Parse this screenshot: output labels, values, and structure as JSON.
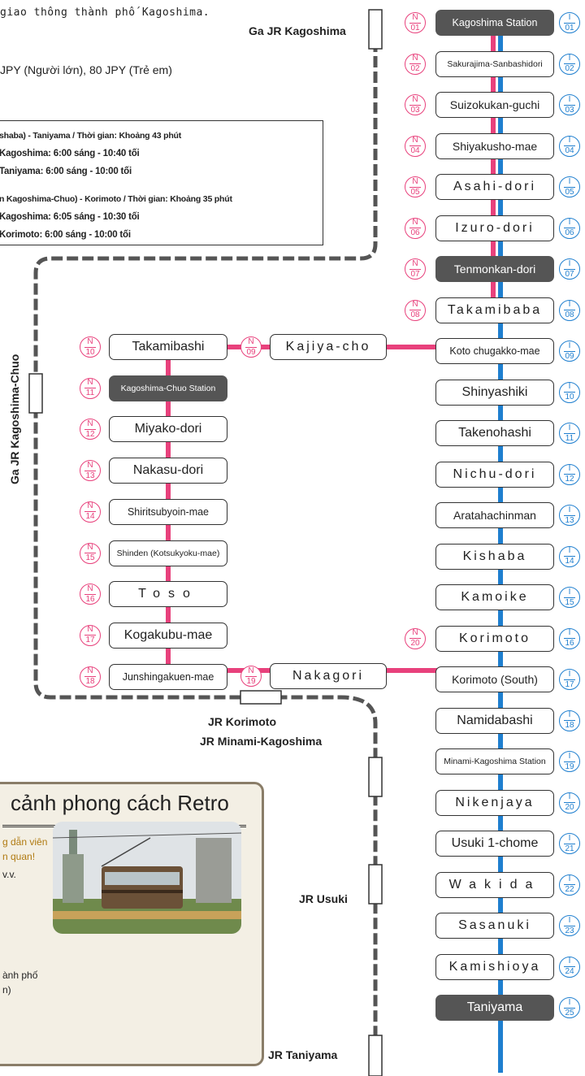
{
  "colors": {
    "pink": "#e8417c",
    "blue": "#1f7fcf",
    "dark_station": "#555555",
    "jr_line": "#555555"
  },
  "intro": {
    "line1": "giao thông thành phố Kagoshima.",
    "line2": "JPY (Người lớn), 80 JPY (Trẻ em)"
  },
  "info": {
    "route1_header": "shaba) - Taniyama / Thời gian: Khoảng 43 phút",
    "route1_from": "Kagoshima: 6:00 sáng - 10:40 tối",
    "route1_to": "Taniyama: 6:00 sáng - 10:00 tối",
    "route2_header": "n Kagoshima-Chuo) - Korimoto / Thời gian: Khoảng 35 phút",
    "route2_from": "Kagoshima: 6:05 sáng - 10:30 tối",
    "route2_to": "Korimoto: 6:00 sáng - 10:00 tối"
  },
  "jr_labels": {
    "kagoshima": "Ga JR Kagoshima",
    "kagoshima_chuo": "Ga JR Kagoshima-Chuo",
    "korimoto": "JR Korimoto",
    "minami_kagoshima": "JR Minami-Kagoshima",
    "usuki": "JR Usuki",
    "taniyama": "JR Taniyama"
  },
  "right_stations": [
    {
      "name": "Kagoshima Station",
      "dark": true,
      "n": "01",
      "b": "01"
    },
    {
      "name": "Sakurajima-Sanbashidori",
      "n": "02",
      "b": "02"
    },
    {
      "name": "Suizokukan-guchi",
      "n": "03",
      "b": "03"
    },
    {
      "name": "Shiyakusho-mae",
      "n": "04",
      "b": "04"
    },
    {
      "name": "Asahi-dori",
      "n": "05",
      "b": "05"
    },
    {
      "name": "Izuro-dori",
      "n": "06",
      "b": "06"
    },
    {
      "name": "Tenmonkan-dori",
      "dark": true,
      "n": "07",
      "b": "07"
    },
    {
      "name": "Takamibaba",
      "n": "08",
      "b": "08"
    },
    {
      "name": "Koto chugakko-mae",
      "b": "09"
    },
    {
      "name": "Shinyashiki",
      "b": "10"
    },
    {
      "name": "Takenohashi",
      "b": "11"
    },
    {
      "name": "Nichu-dori",
      "b": "12"
    },
    {
      "name": "Aratahachinman",
      "b": "13"
    },
    {
      "name": "Kishaba",
      "b": "14"
    },
    {
      "name": "Kamoike",
      "b": "15"
    },
    {
      "name": "Korimoto",
      "n": "20",
      "b": "16"
    },
    {
      "name": "Korimoto (South)",
      "b": "17"
    },
    {
      "name": "Namidabashi",
      "b": "18"
    },
    {
      "name": "Minami-Kagoshima Station",
      "b": "19"
    },
    {
      "name": "Nikenjaya",
      "b": "20"
    },
    {
      "name": "Usuki 1-chome",
      "b": "21"
    },
    {
      "name": "Wakida",
      "b": "22"
    },
    {
      "name": "Sasanuki",
      "b": "23"
    },
    {
      "name": "Kamishioya",
      "b": "24"
    },
    {
      "name": "Taniyama",
      "dark": true,
      "b": "25"
    }
  ],
  "left_stations": [
    {
      "name": "Takamibashi",
      "n": "10"
    },
    {
      "name": "Kagoshima-Chuo Station",
      "n": "11",
      "dark": true
    },
    {
      "name": "Miyako-dori",
      "n": "12"
    },
    {
      "name": "Nakasu-dori",
      "n": "13"
    },
    {
      "name": "Shiritsubyoin-mae",
      "n": "14"
    },
    {
      "name": "Shinden (Kotsukyoku-mae)",
      "n": "15"
    },
    {
      "name": "Toso",
      "n": "16"
    },
    {
      "name": "Kogakubu-mae",
      "n": "17"
    },
    {
      "name": "Junshingakuen-mae",
      "n": "18"
    }
  ],
  "mid_stations": [
    {
      "name": "Kajiya-cho",
      "n": "09"
    },
    {
      "name": "Nakagori",
      "n": "19"
    }
  ],
  "badge_letters": {
    "pink": "N",
    "blue": "I"
  },
  "retro": {
    "title": "cảnh phong cách Retro",
    "line1": "g dẫn viên",
    "line2": "n quan!",
    "line3": "v.v.",
    "line4": "ành phố",
    "line5": "n)"
  }
}
